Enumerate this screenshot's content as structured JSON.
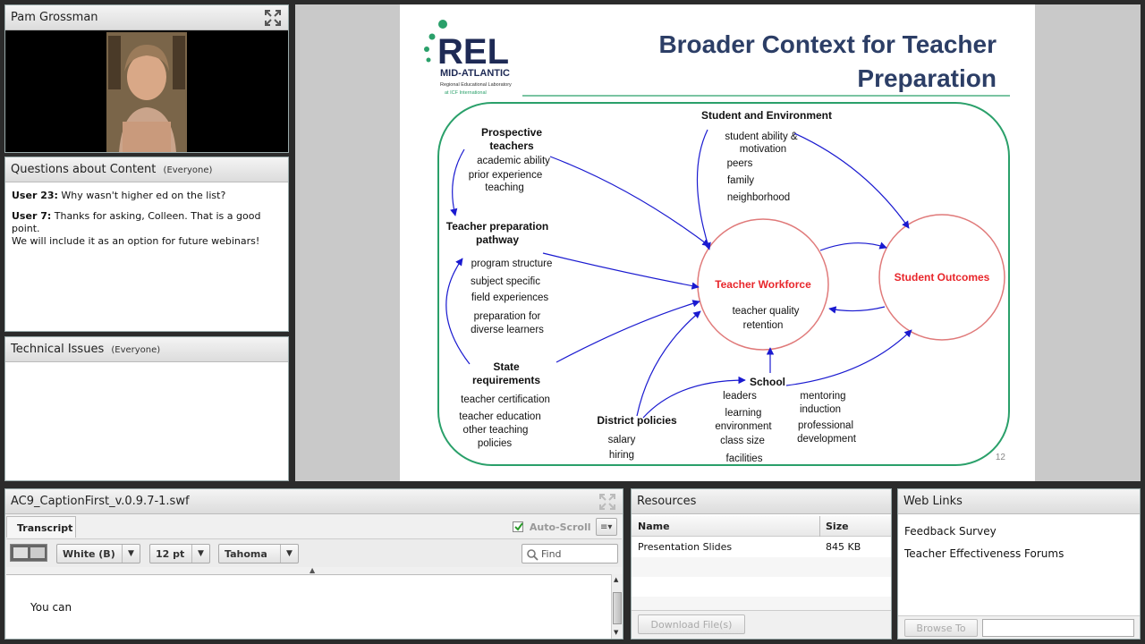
{
  "video_pod": {
    "title": "Pam Grossman"
  },
  "questions_pod": {
    "title": "Questions about Content",
    "audience": "(Everyone)",
    "messages": [
      {
        "user": "User 23:",
        "text": "Why wasn't higher ed on the list?"
      },
      {
        "user": "User 7:",
        "text": "Thanks for asking, Colleen. That is a good point.",
        "text2": "We will include it as an option for future webinars!"
      }
    ]
  },
  "technical_pod": {
    "title": "Technical Issues",
    "audience": "(Everyone)"
  },
  "slide": {
    "logo_main": "REL",
    "logo_sub": "MID-ATLANTIC",
    "logo_small1": "Regional Educational Laboratory",
    "logo_small2": "at ICF International",
    "title_line1": "Broader Context for Teacher",
    "title_line2": "Preparation",
    "page_number": "12",
    "prospective_title1": "Prospective",
    "prospective_title2": "teachers",
    "prospective_items": [
      "academic ability",
      "prior experience",
      "teaching"
    ],
    "pathway_title1": "Teacher preparation",
    "pathway_title2": "pathway",
    "pathway_items": [
      "program structure",
      "subject specific",
      "field experiences",
      "preparation for",
      "diverse learners"
    ],
    "state_title1": "State",
    "state_title2": "requirements",
    "state_items": [
      "teacher certification",
      "teacher education",
      "other teaching",
      "policies"
    ],
    "district_title": "District policies",
    "district_items": [
      "salary",
      "hiring"
    ],
    "school_title": "School",
    "school_items_left": [
      "leaders",
      "learning",
      "environment",
      "class size",
      "facilities"
    ],
    "school_items_right": [
      "mentoring",
      "induction",
      "professional",
      "development"
    ],
    "env_title": "Student and Environment",
    "env_items": [
      "student ability &",
      "motivation",
      "peers",
      "family",
      "neighborhood"
    ],
    "workforce_title": "Teacher Workforce",
    "workforce_items": [
      "teacher quality",
      "retention"
    ],
    "outcomes_title": "Student Outcomes"
  },
  "caption_pod": {
    "title": "AC9_CaptionFirst_v.0.9.7-1.swf",
    "tab": "Transcript",
    "autoscroll": "Auto-Scroll",
    "color_select": "White (B)",
    "size_select": "12 pt",
    "font_select": "Tahoma",
    "find_placeholder": "Find",
    "caption_text": "You can"
  },
  "resources_pod": {
    "title": "Resources",
    "col_name": "Name",
    "col_size": "Size",
    "rows": [
      {
        "name": "Presentation Slides",
        "size": "845 KB"
      }
    ],
    "download_button": "Download File(s)"
  },
  "weblinks_pod": {
    "title": "Web Links",
    "links": [
      "Feedback Survey",
      "Teacher Effectiveness Forums"
    ],
    "browse_button": "Browse To"
  },
  "colors": {
    "accent_red": "#e8262b",
    "diagram_green": "#2aa06a",
    "arrow_blue": "#1a1ad0",
    "title_navy": "#2c3e66"
  }
}
